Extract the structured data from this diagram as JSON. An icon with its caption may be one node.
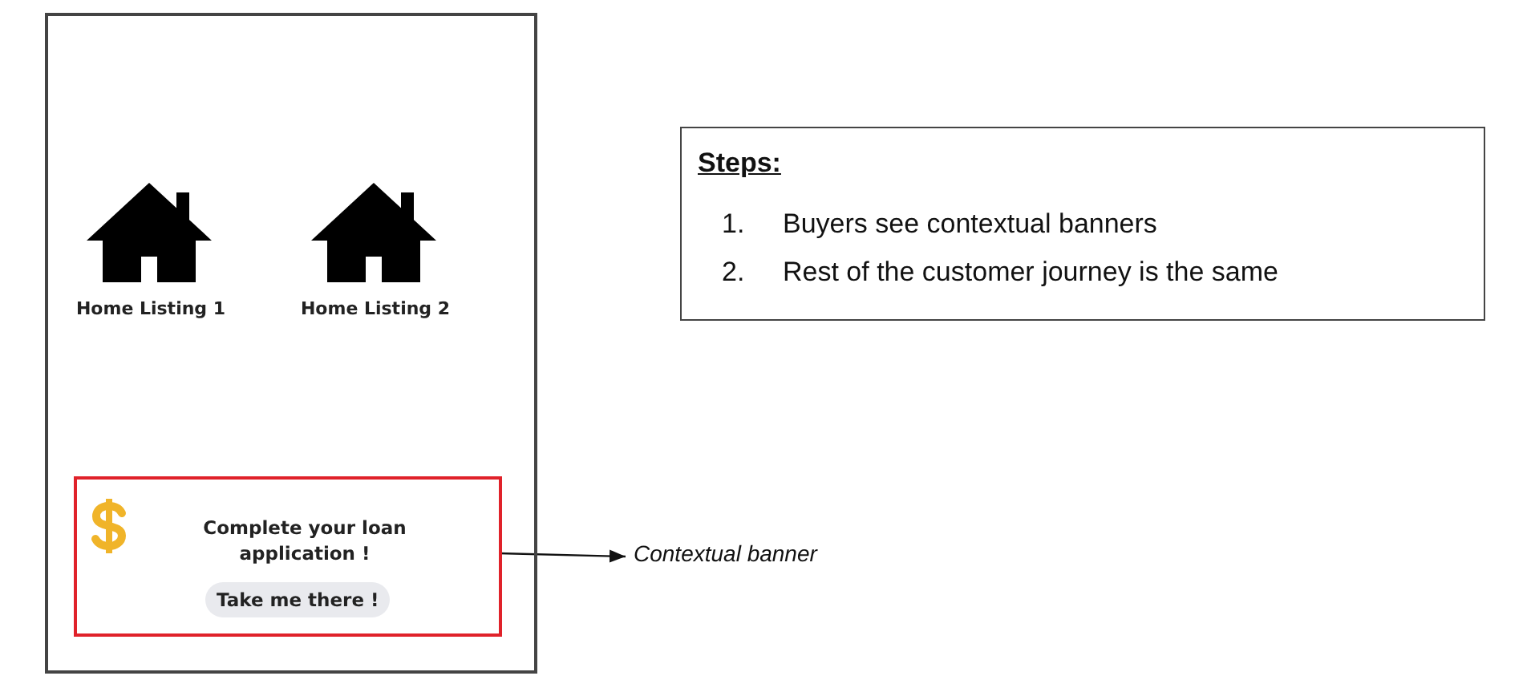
{
  "diagram": {
    "nodes": [
      {
        "text": [],
        "shape": "box"
      },
      {
        "text": [
          "Complete your loan application !",
          "Take me there !"
        ],
        "in": 0
      },
      {
        "text": [
          "Contextual banner"
        ]
      },
      {
        "text": [
          "Steps:",
          "1.",
          "Buyers see contextual banners",
          "2.",
          "Rest of the customer journey is the same"
        ]
      }
    ],
    "edges": [
      {
        "from": 1,
        "to": 2,
        "arrow": "to"
      }
    ],
    "labels": [
      "Home Listing 1",
      "Home Listing 2"
    ]
  }
}
